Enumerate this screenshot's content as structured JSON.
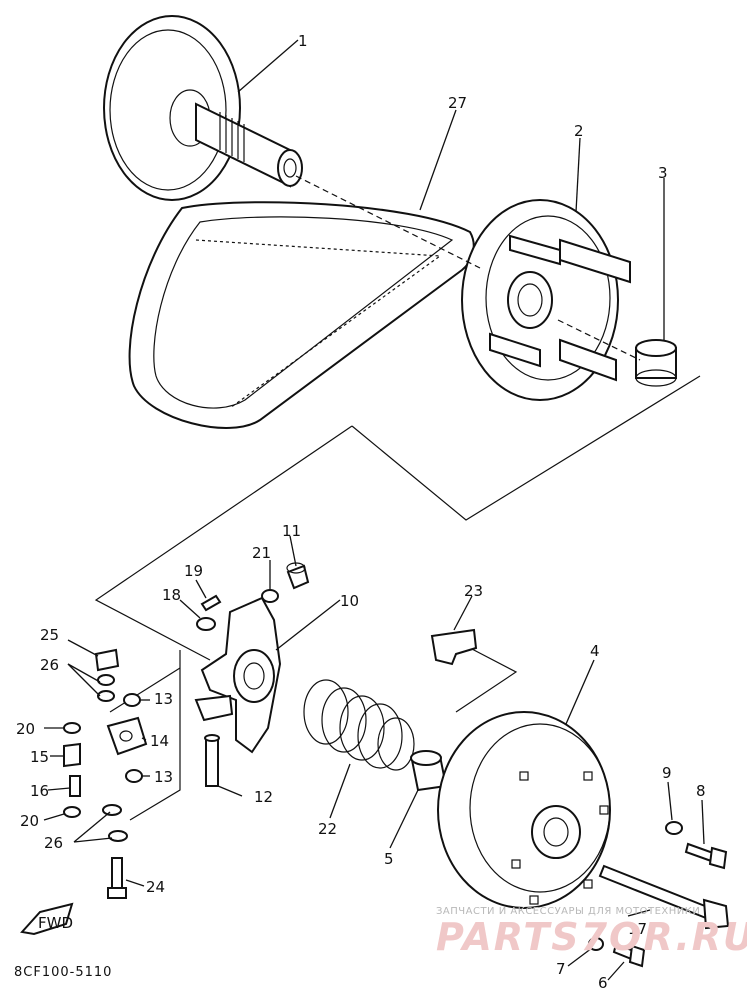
{
  "diagram": {
    "callouts": {
      "p1": "1",
      "p2": "2",
      "p3": "3",
      "p4": "4",
      "p5": "5",
      "p6": "6",
      "p7": "7",
      "p8": "8",
      "p9": "9",
      "p10": "10",
      "p11": "11",
      "p12": "12",
      "p13a": "13",
      "p13b": "13",
      "p14": "14",
      "p15": "15",
      "p16": "16",
      "p17": "17",
      "p18": "18",
      "p19": "19",
      "p20a": "20",
      "p20b": "20",
      "p21": "21",
      "p22": "22",
      "p23": "23",
      "p24": "24",
      "p25": "25",
      "p26a": "26",
      "p26b": "26",
      "p27": "27"
    },
    "fwd_label": "FWD",
    "drawing_code": "8CF100-5110"
  },
  "watermark": {
    "caption": "ЗАПЧАСТИ И АКСЕССУАРЫ ДЛЯ МОТОТЕХНИКИ",
    "brand": "PARTS7OR.RU"
  }
}
